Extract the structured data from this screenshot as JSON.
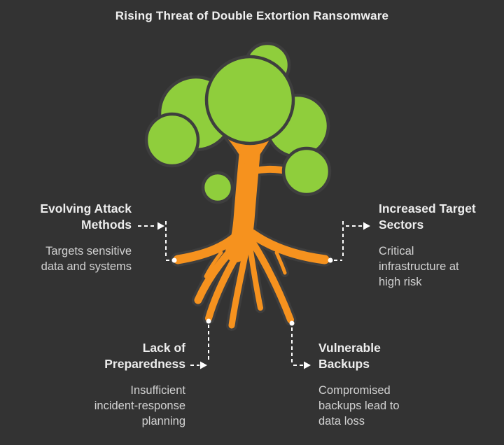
{
  "title": "Rising Threat of Double Extortion Ransomware",
  "colors": {
    "background": "#333333",
    "canopy": "#8fce3c",
    "trunk": "#f6921e",
    "outline": "#3e3e3e",
    "connector": "#ffffff",
    "title_text": "#f0f0f0",
    "heading_text": "#ededed",
    "body_text": "#d2d2d2"
  },
  "illustration": {
    "name": "tree-with-roots"
  },
  "callouts": {
    "top_left": {
      "heading": [
        "Evolving Attack",
        "Methods"
      ],
      "body": [
        "Targets sensitive",
        "data and systems"
      ]
    },
    "top_right": {
      "heading": [
        "Increased Target",
        "Sectors"
      ],
      "body": [
        "Critical",
        "infrastructure at",
        "high risk"
      ]
    },
    "bottom_left": {
      "heading": [
        "Lack of",
        "Preparedness"
      ],
      "body": [
        "Insufficient",
        "incident-response",
        "planning"
      ]
    },
    "bottom_right": {
      "heading": [
        "Vulnerable",
        "Backups"
      ],
      "body": [
        "Compromised",
        "backups lead to",
        "data loss"
      ]
    }
  }
}
